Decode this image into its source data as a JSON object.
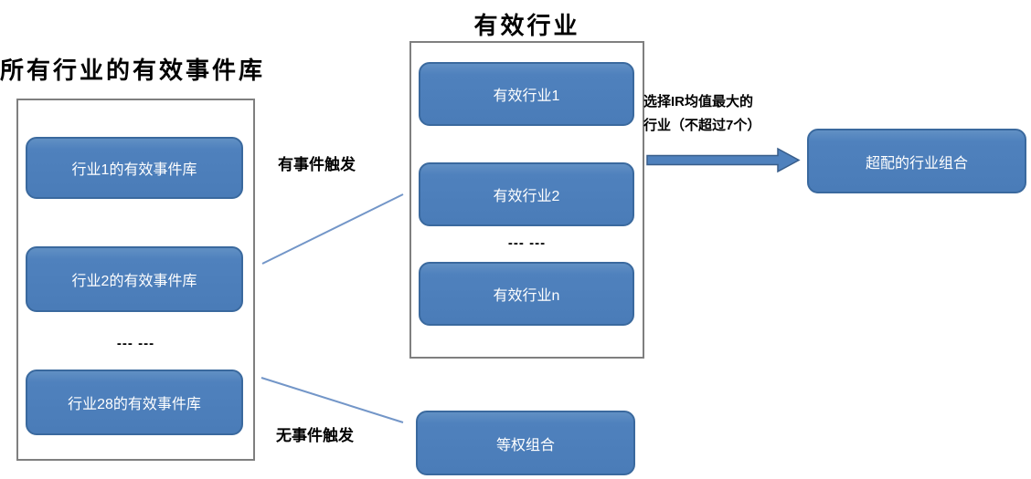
{
  "diagram": {
    "left": {
      "title": "所有行业的有效事件库",
      "boxes": [
        "行业1的有效事件库",
        "行业2的有效事件库",
        "行业28的有效事件库"
      ],
      "ellipsis": "--- ---"
    },
    "middle": {
      "title": "有效行业",
      "boxes": [
        "有效行业1",
        "有效行业2",
        "有效行业n"
      ],
      "ellipsis": "--- ---"
    },
    "outputs": {
      "overweight_portfolio": "超配的行业组合",
      "equal_weight_portfolio": "等权组合"
    },
    "labels": {
      "event_trigger": "有事件触发",
      "no_event_trigger": "无事件触发",
      "selection_rule_line1": "选择IR均值最大的",
      "selection_rule_line2": "行业（不超过7个）"
    },
    "colors": {
      "node_fill": "#4f81bd",
      "node_border": "#3a699e",
      "node_text": "#ffffff",
      "container_border": "#7f7f7f",
      "connector_line": "#7396c8",
      "label_text": "#000000",
      "background": "#ffffff"
    }
  }
}
